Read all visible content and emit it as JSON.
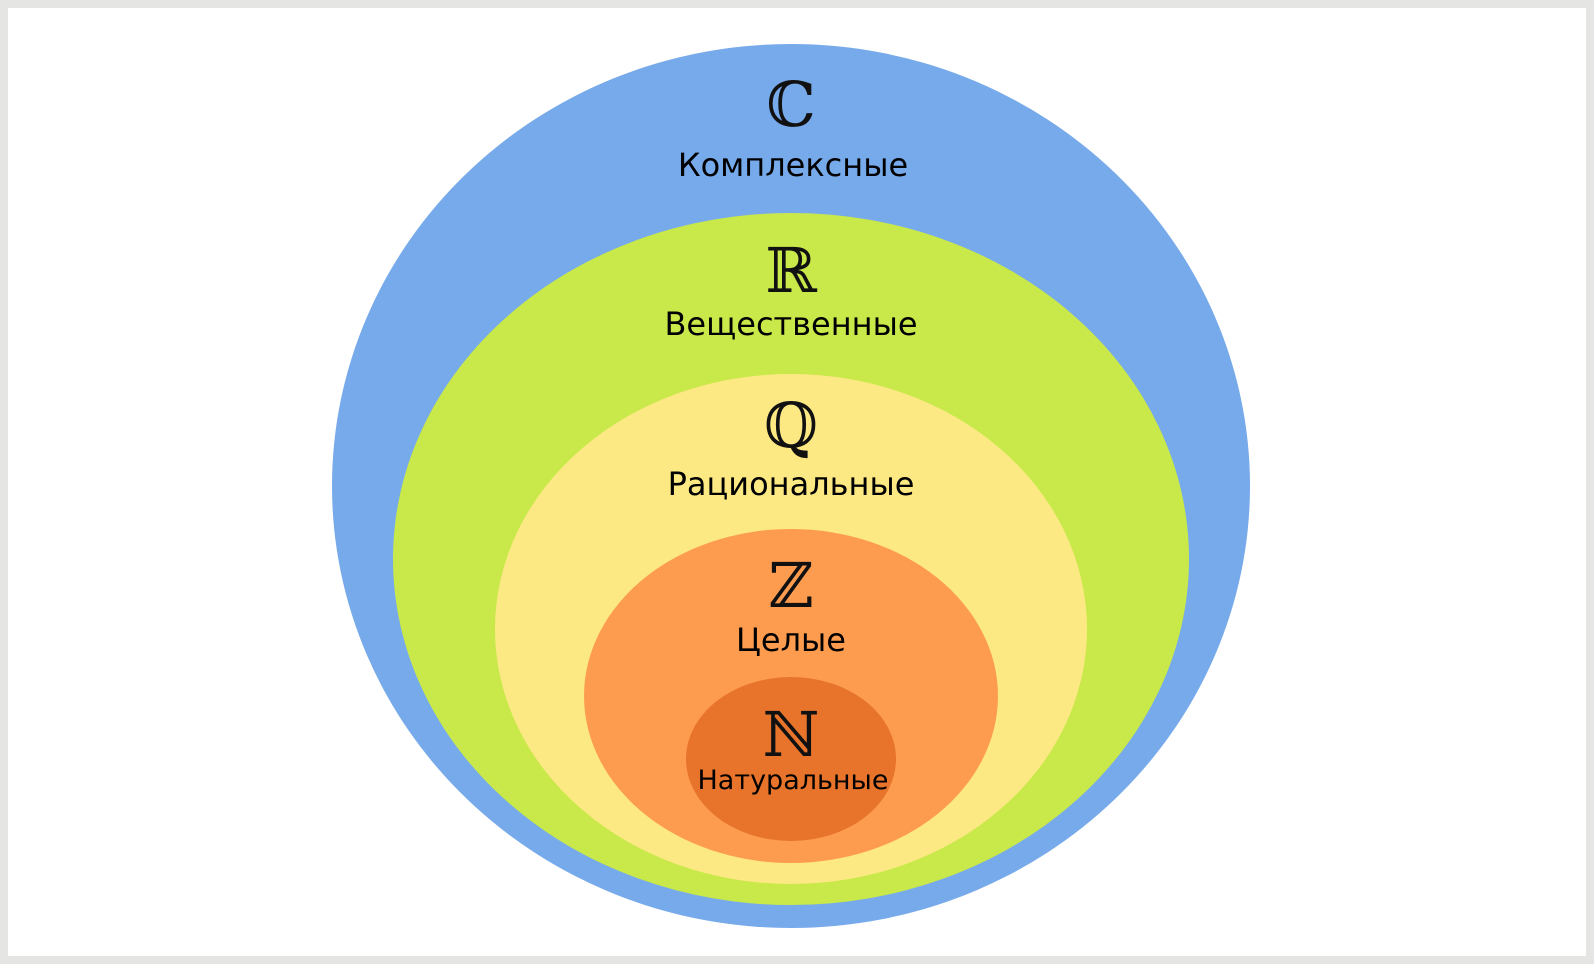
{
  "sets": [
    {
      "symbol": "ℂ",
      "label": "Комплексные",
      "color": "#77aaea"
    },
    {
      "symbol": "ℝ",
      "label": "Вещественные",
      "color": "#c9e84a"
    },
    {
      "symbol": "ℚ",
      "label": "Рациональные",
      "color": "#fde983"
    },
    {
      "symbol": "ℤ",
      "label": "Целые",
      "color": "#fd9c4f"
    },
    {
      "symbol": "ℕ",
      "label": "Натуральные",
      "color": "#e8742b"
    }
  ]
}
